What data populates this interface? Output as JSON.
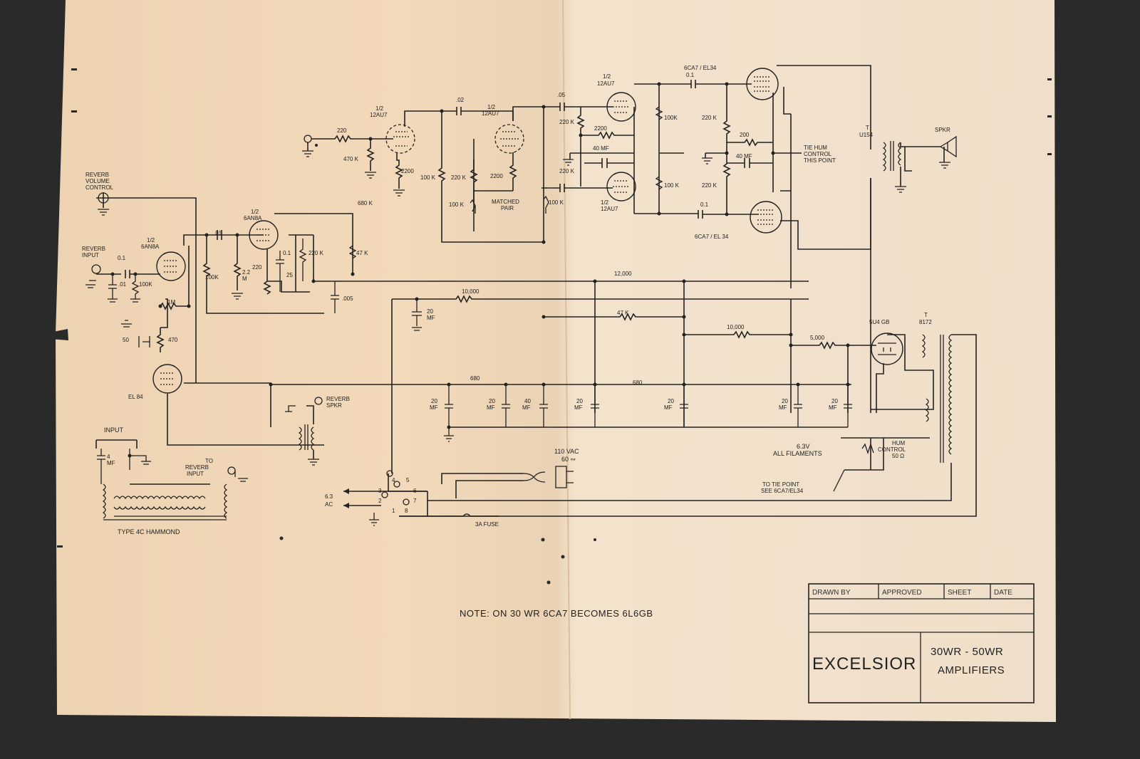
{
  "sheet": {
    "paper_color": "#f1dcbf",
    "ink_color": "#222222",
    "background_color": "#2a2a2a"
  },
  "labels": {
    "reverb_volume_control": [
      "REVERB",
      "VOLUME",
      "CONTROL"
    ],
    "reverb_input": [
      "REVERB",
      "INPUT"
    ],
    "reverb_spkr": [
      "REVERB",
      "SPKR"
    ],
    "tie_hum_control": [
      "TIE HUM",
      "CONTROL",
      "THIS POINT"
    ],
    "spkr": "SPKR",
    "matched_pair": [
      "MATCHED",
      "PAIR"
    ],
    "filaments": [
      "6.3V",
      "ALL FILAMENTS"
    ],
    "hum_control": [
      "HUM",
      "CONTROL",
      "50 Ω"
    ],
    "tie_point": [
      "TO TIE POINT",
      "SEE 6CA7/EL34"
    ],
    "mains": [
      "110 VAC",
      "60 ∾"
    ],
    "fuse": "3A FUSE",
    "ac_63": [
      "6.3",
      "AC"
    ],
    "input": "INPUT",
    "to_reverb_input": [
      "TO",
      "REVERB",
      "INPUT"
    ],
    "hammond": "TYPE 4C HAMMOND",
    "mf4": [
      "4",
      "MF"
    ]
  },
  "tubes": {
    "v1": [
      "1/2",
      "12AU7"
    ],
    "v2": [
      "1/2",
      "12AU7"
    ],
    "v3": [
      "1/2",
      "12AU7"
    ],
    "v4": [
      "1/2",
      "12AU7"
    ],
    "v5": [
      "1/2",
      "6AN8A"
    ],
    "v6": [
      "1/2",
      "6AN8A"
    ],
    "v7": "EL 84",
    "out1": "6CA7 / EL34",
    "out2": "6CA7 / EL 34",
    "rect": "5U4 GB",
    "out_xfmr": [
      "T",
      "U154"
    ],
    "power_xfmr": [
      "T",
      "8172"
    ]
  },
  "components": {
    "r220": "220",
    "r470k": "470 K",
    "r2200a": "2200",
    "c02": ".02",
    "r100k_a": "100 K",
    "r220k_a": "220 K",
    "r2200b": "2200",
    "c05": ".05",
    "r220k_b": "220 K",
    "r2200c": "2200",
    "c40mf_a": "40 MF",
    "r220k_c": "220 K",
    "c1_a": "0.1",
    "r100k_b": "100K",
    "r100k_c": "100 K",
    "r100k_pot": "100 K",
    "r100k_pot2": "100 K",
    "r220k_d": "220 K",
    "r200": "200",
    "c40mf_b": "40 MF",
    "r220k_e": "220 K",
    "c1_b": "0.1",
    "r680a": "680 K",
    "c01_a": ".01",
    "r100k_d": "100K",
    "r22m": [
      "2.2",
      "M"
    ],
    "r220d": "220",
    "c1_c": "0.1",
    "c25": "25",
    "r220k_f": "220 K",
    "r47k_a": "47 K",
    "c005": ".005",
    "c1_d": "0.1",
    "c01_b": ".01",
    "r100k_e": "100K",
    "r1m": "1M",
    "c50": "50",
    "r470": "470",
    "r12000": "12,000",
    "r10000a": "10,000",
    "c20mf_a": [
      "20",
      "MF"
    ],
    "r47k_b": "47 K",
    "r10000b": "10,000",
    "r5000": "5,000",
    "r680b": "680",
    "r680c": "680",
    "caps_row": [
      [
        "20",
        "MF"
      ],
      [
        "20",
        "MF"
      ],
      [
        "40",
        "MF"
      ],
      [
        "20",
        "MF"
      ],
      [
        "20",
        "MF"
      ],
      [
        "20",
        "MF"
      ],
      [
        "20",
        "MF"
      ]
    ],
    "socket_pins": [
      "1",
      "2",
      "3",
      "4",
      "5",
      "6",
      "7",
      "8"
    ]
  },
  "note": "NOTE: ON 30 WR 6CA7 BECOMES 6L6GB",
  "title_block": {
    "headers": [
      "DRAWN BY",
      "APPROVED",
      "SHEET",
      "DATE"
    ],
    "company": "EXCELSIOR",
    "model": "30WR - 50WR",
    "subtitle": "AMPLIFIERS"
  }
}
